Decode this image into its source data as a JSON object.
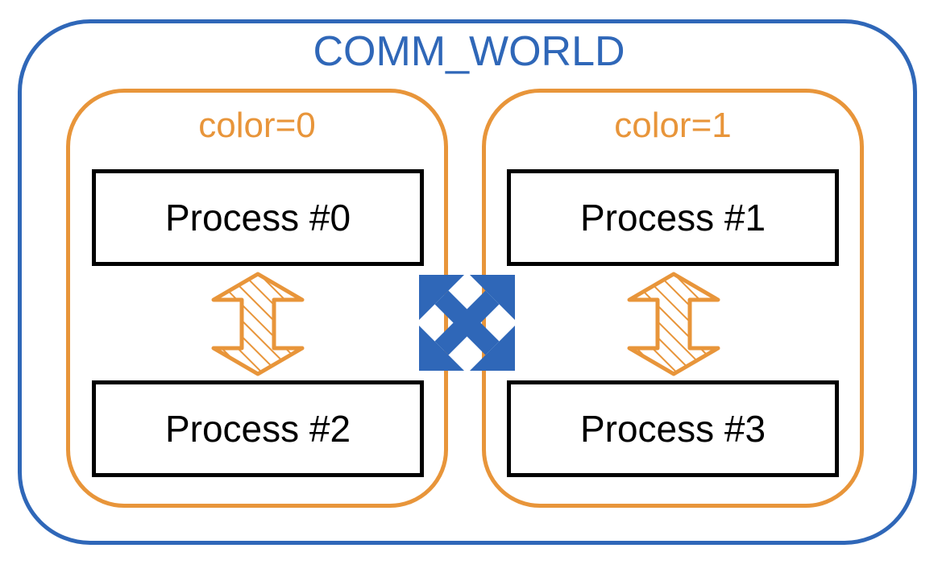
{
  "world": {
    "title": "COMM_WORLD"
  },
  "groups": [
    {
      "label": "color=0"
    },
    {
      "label": "color=1"
    }
  ],
  "processes": {
    "p0": "Process #0",
    "p1": "Process #1",
    "p2": "Process #2",
    "p3": "Process #3"
  },
  "colors": {
    "world": "#2f67b8",
    "group": "#e8953a",
    "process_border": "#000000",
    "no_communication_mark": "#2f67b8"
  }
}
